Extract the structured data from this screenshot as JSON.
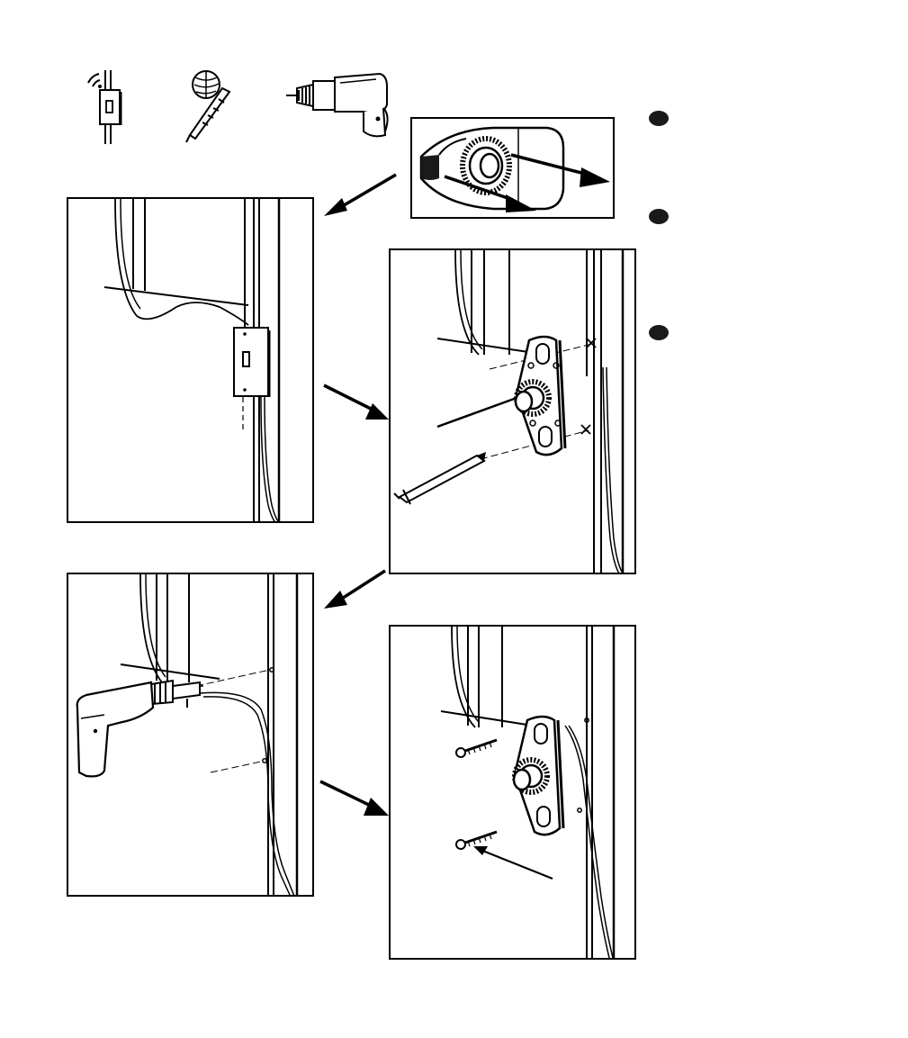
{
  "page": {
    "background": "#ffffff",
    "ink": "#000000"
  },
  "tools": [
    {
      "icon": "wall-switch-box-icon"
    },
    {
      "icon": "drill-bit-icon"
    },
    {
      "icon": "power-drill-icon"
    }
  ],
  "step_markers": [
    {
      "icon": "step-bullet-1"
    },
    {
      "icon": "step-bullet-2"
    },
    {
      "icon": "step-bullet-3"
    }
  ],
  "panels": [
    {
      "name": "button-detail",
      "icon": "doorbell-button-closeup"
    },
    {
      "name": "doorway-with-switch",
      "icon": "door-frame-wall-switch"
    },
    {
      "name": "mark-mounting-holes",
      "icon": "mounting-plate-pencil-mark"
    },
    {
      "name": "drill-holes",
      "icon": "drilling-holes-door-frame"
    },
    {
      "name": "screw-mounting",
      "icon": "screw-button-to-frame"
    }
  ]
}
